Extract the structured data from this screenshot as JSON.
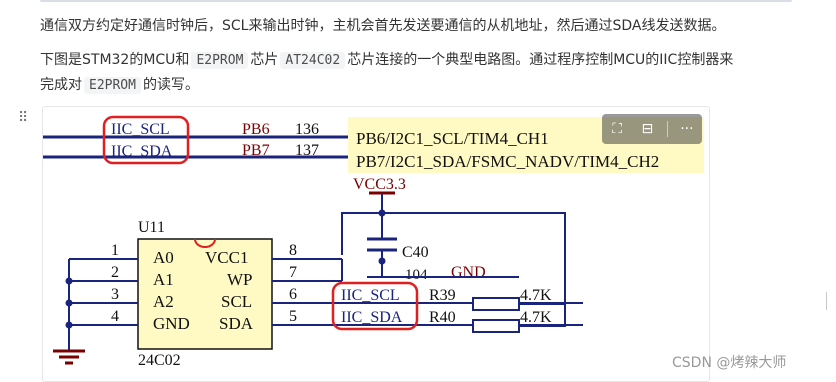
{
  "article": {
    "para1": "通信双方约定好通信时钟后，SCL来输出时钟，主机会首先发送要通信的从机地址，然后通过SDA线发送数据。",
    "para2_a": "下图是STM32的MCU和",
    "para2_code1": "E2PROM",
    "para2_b": "芯片",
    "para2_code2": "AT24C02",
    "para2_c": "芯片连接的一个典型电路图。通过程序控制MCU的IIC控制器来",
    "para2_d": "完成对",
    "para2_code3": "E2PROM",
    "para2_e": "的读写。",
    "drag_handle": "⠿"
  },
  "toolbar": {
    "buttons": [
      {
        "icon": "expand-icon",
        "glyph": "⛶"
      },
      {
        "icon": "ocr-text-icon",
        "glyph": "⊟"
      },
      {
        "icon": "more-icon",
        "glyph": "···"
      }
    ]
  },
  "circuit": {
    "bus_labels": {
      "scl": "IIC_SCL",
      "sda": "IIC_SDA"
    },
    "mcu_pins": {
      "pb6": "PB6",
      "pb6_num": "136",
      "pb7": "PB7",
      "pb7_num": "137"
    },
    "mcu_functions": {
      "f1": "PB6/I2C1_SCL/TIM4_CH1",
      "f2": "PB7/I2C1_SDA/FSMC_NADV/TIM4_CH2"
    },
    "vcc": "VCC3.3",
    "capacitor": {
      "name": "C40",
      "value": "104"
    },
    "gnd": "GND",
    "chip": {
      "ref": "U11",
      "part": "24C02",
      "left_pins": [
        {
          "num": "1",
          "name": "A0"
        },
        {
          "num": "2",
          "name": "A1"
        },
        {
          "num": "3",
          "name": "A2"
        },
        {
          "num": "4",
          "name": "GND"
        }
      ],
      "right_pins": [
        {
          "num": "8",
          "name": "VCC1"
        },
        {
          "num": "7",
          "name": "WP"
        },
        {
          "num": "6",
          "name": "SCL"
        },
        {
          "num": "5",
          "name": "SDA"
        }
      ]
    },
    "net_scl": "IIC_SCL",
    "net_sda": "IIC_SDA",
    "r1": {
      "name": "R39",
      "value": "4.7K"
    },
    "r2": {
      "name": "R40",
      "value": "4.7K"
    }
  },
  "watermark": "CSDN @烤辣大师",
  "colors": {
    "wire": "#1a237e",
    "text": "#7a0000",
    "highlight": "#e02020",
    "chip_fill": "#fff9c4",
    "mcu_fill": "#fff9c4"
  }
}
